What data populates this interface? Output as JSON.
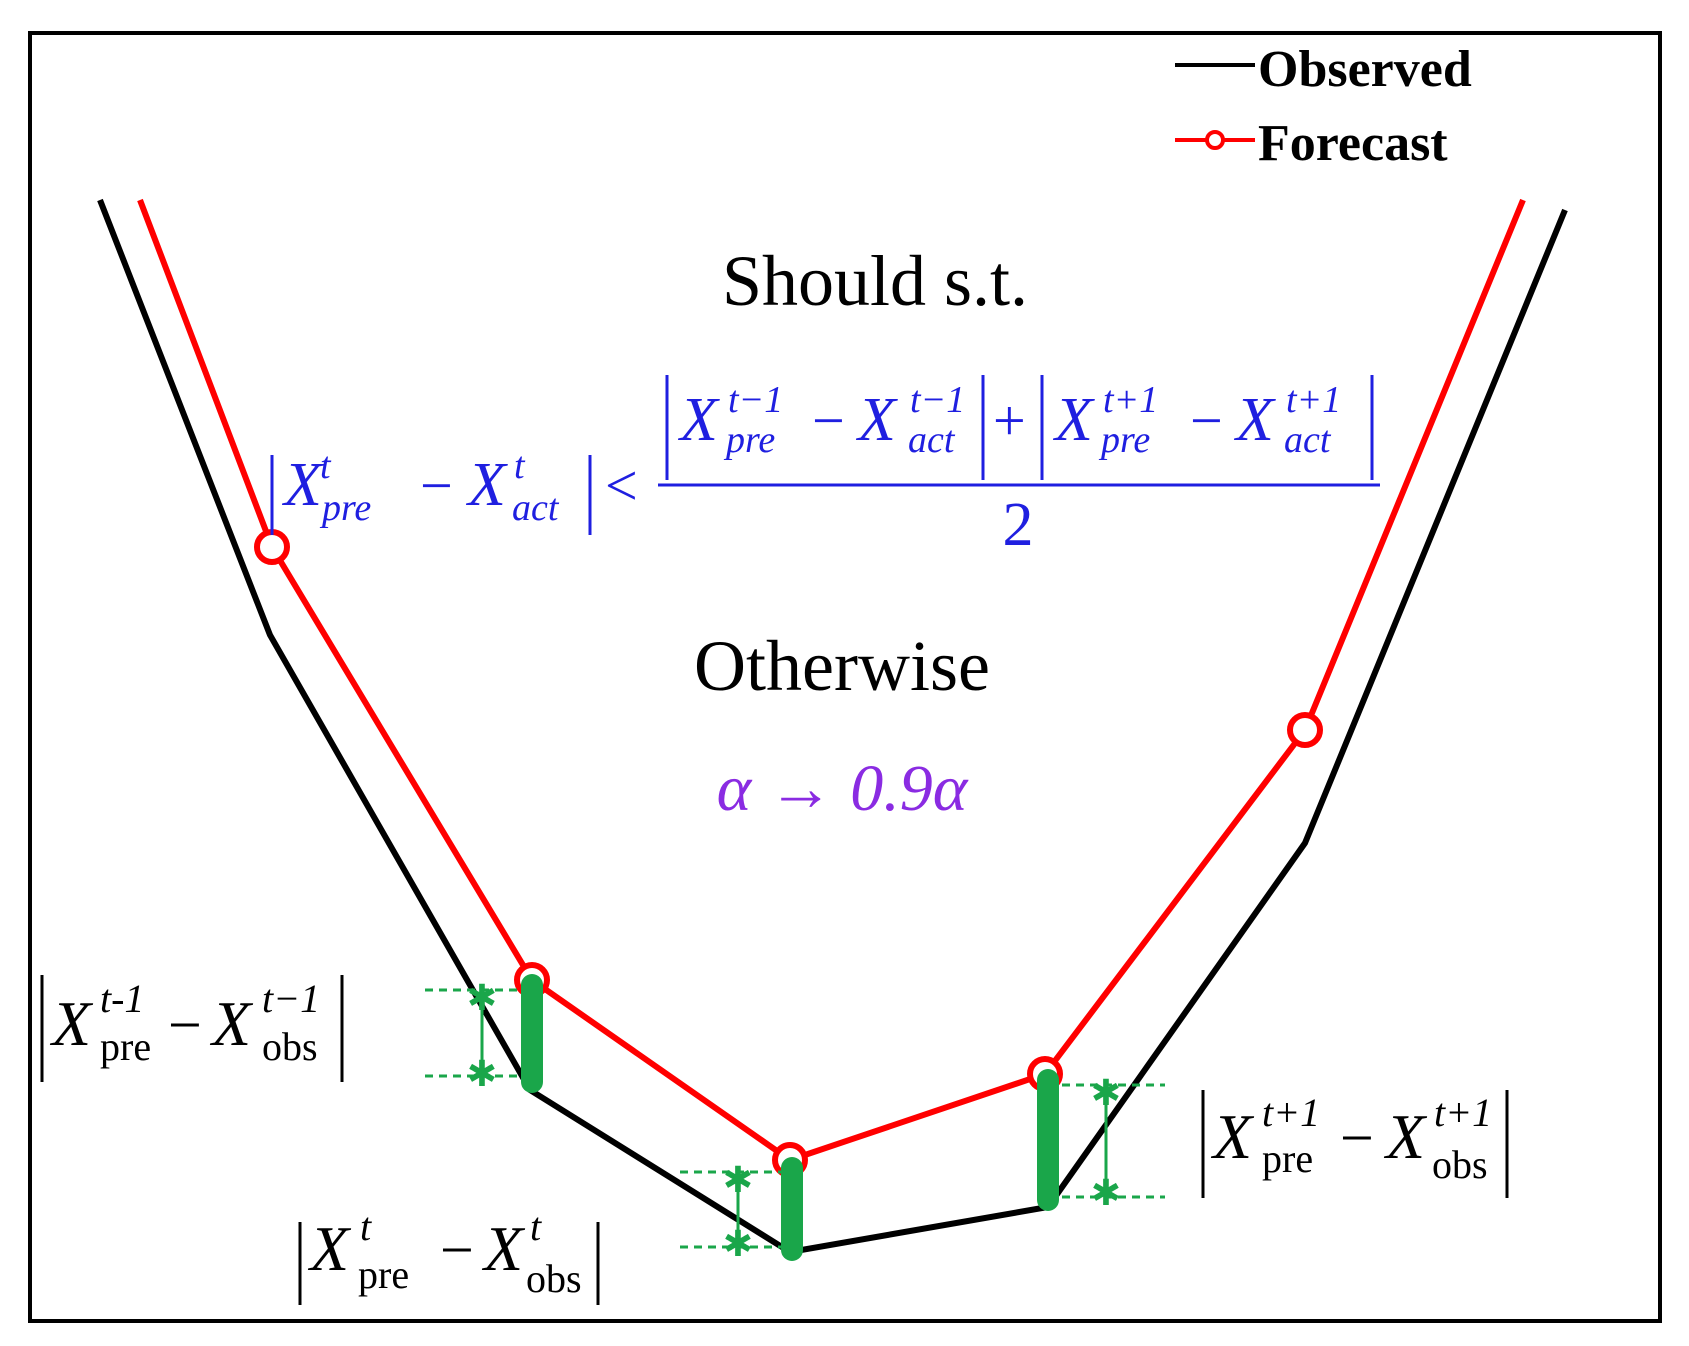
{
  "legend": {
    "observed": "Observed",
    "forecast": "Forecast"
  },
  "labels": {
    "should": "Should s.t.",
    "otherwise": "Otherwise",
    "update_rule": "α → 0.9α"
  },
  "formula": {
    "X": "X",
    "pre": "pre",
    "act": "act",
    "minus": "−",
    "plus": "+",
    "lt": "<",
    "bar": "|",
    "denominator": "2",
    "t": "t",
    "t_minus_1": "t−1",
    "t_plus_1": "t+1"
  },
  "annotations": {
    "X": "X",
    "minus": "−",
    "bar": "|",
    "pre": "pre",
    "obs": "obs",
    "left_t_pre": "t-1",
    "left_t_obs": "t−1",
    "mid_t": "t",
    "right_t": "t+1"
  },
  "colors": {
    "observed": "#000000",
    "forecast": "#ff0000",
    "formula": "#1f1fe0",
    "update": "#8a2be2",
    "error_bar": "#1aa64a"
  }
}
